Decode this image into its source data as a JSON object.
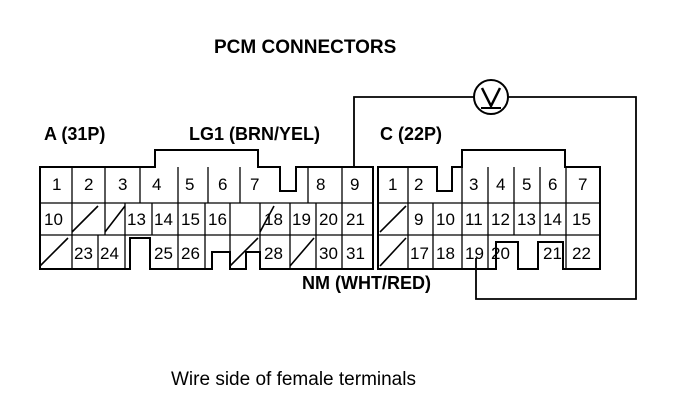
{
  "title": "PCM CONNECTORS",
  "connector_a_label": "A (31P)",
  "lg1_label": "LG1 (BRN/YEL)",
  "connector_c_label": "C (22P)",
  "nm_label": "NM (WHT/RED)",
  "caption": "Wire side of female terminals",
  "meter_symbol": "V",
  "connector_a": {
    "row1": [
      "1",
      "2",
      "3",
      "4",
      "5",
      "6",
      "7",
      "",
      "8",
      "9"
    ],
    "row2": [
      "10",
      "",
      "",
      "13",
      "14",
      "15",
      "16",
      "",
      "18",
      "19",
      "20",
      "21"
    ],
    "row3": [
      "",
      "23",
      "24",
      "",
      "25",
      "26",
      "",
      "",
      "28",
      "",
      "30",
      "31"
    ]
  },
  "connector_c": {
    "row1": [
      "1",
      "2",
      "",
      "3",
      "4",
      "5",
      "6",
      "7"
    ],
    "row2": [
      "",
      "9",
      "10",
      "11",
      "12",
      "13",
      "14",
      "15"
    ],
    "row3": [
      "",
      "17",
      "18",
      "19",
      "20",
      "",
      "21",
      "22"
    ]
  },
  "colors": {
    "line": "#000000",
    "background": "#ffffff"
  }
}
